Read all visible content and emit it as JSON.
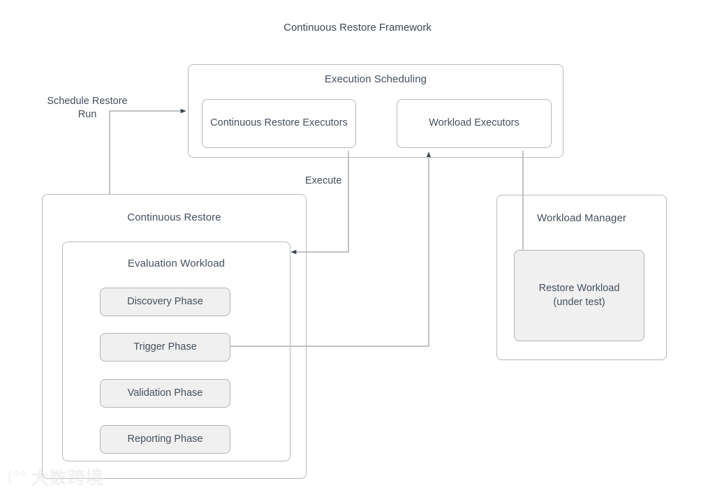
{
  "diagram": {
    "title": "Continuous Restore Framework",
    "type": "block-diagram",
    "stroke_color": "#b6b9bd",
    "fill_color": "#f0f0f0",
    "text_color": "#46505c"
  },
  "groups": {
    "execution_scheduling": {
      "title": "Execution Scheduling",
      "nodes": [
        {
          "label": "Continuous Restore Executors"
        },
        {
          "label": "Workload Executors"
        }
      ]
    },
    "continuous_restore": {
      "title": "Continuous Restore",
      "evaluation_workload": {
        "title": "Evaluation Workload",
        "phases": [
          {
            "label": "Discovery Phase"
          },
          {
            "label": "Trigger Phase"
          },
          {
            "label": "Validation Phase"
          },
          {
            "label": "Reporting Phase"
          }
        ]
      }
    },
    "workload_manager": {
      "title": "Workload Manager",
      "nodes": [
        {
          "label": "Restore Workload\n(under test)"
        }
      ]
    }
  },
  "edges": [
    {
      "label": "Schedule Restore\nRun",
      "from": "continuous-restore",
      "to": "execution-scheduling"
    },
    {
      "label": "Execute",
      "from": "continuous-restore-executors",
      "to": "evaluation-workload"
    },
    {
      "label": "",
      "from": "trigger-phase",
      "to": "workload-executors"
    },
    {
      "label": "",
      "from": "workload-executors",
      "to": "restore-workload"
    }
  ],
  "watermark": {
    "mark": "(°°",
    "text": "大数跨境"
  }
}
